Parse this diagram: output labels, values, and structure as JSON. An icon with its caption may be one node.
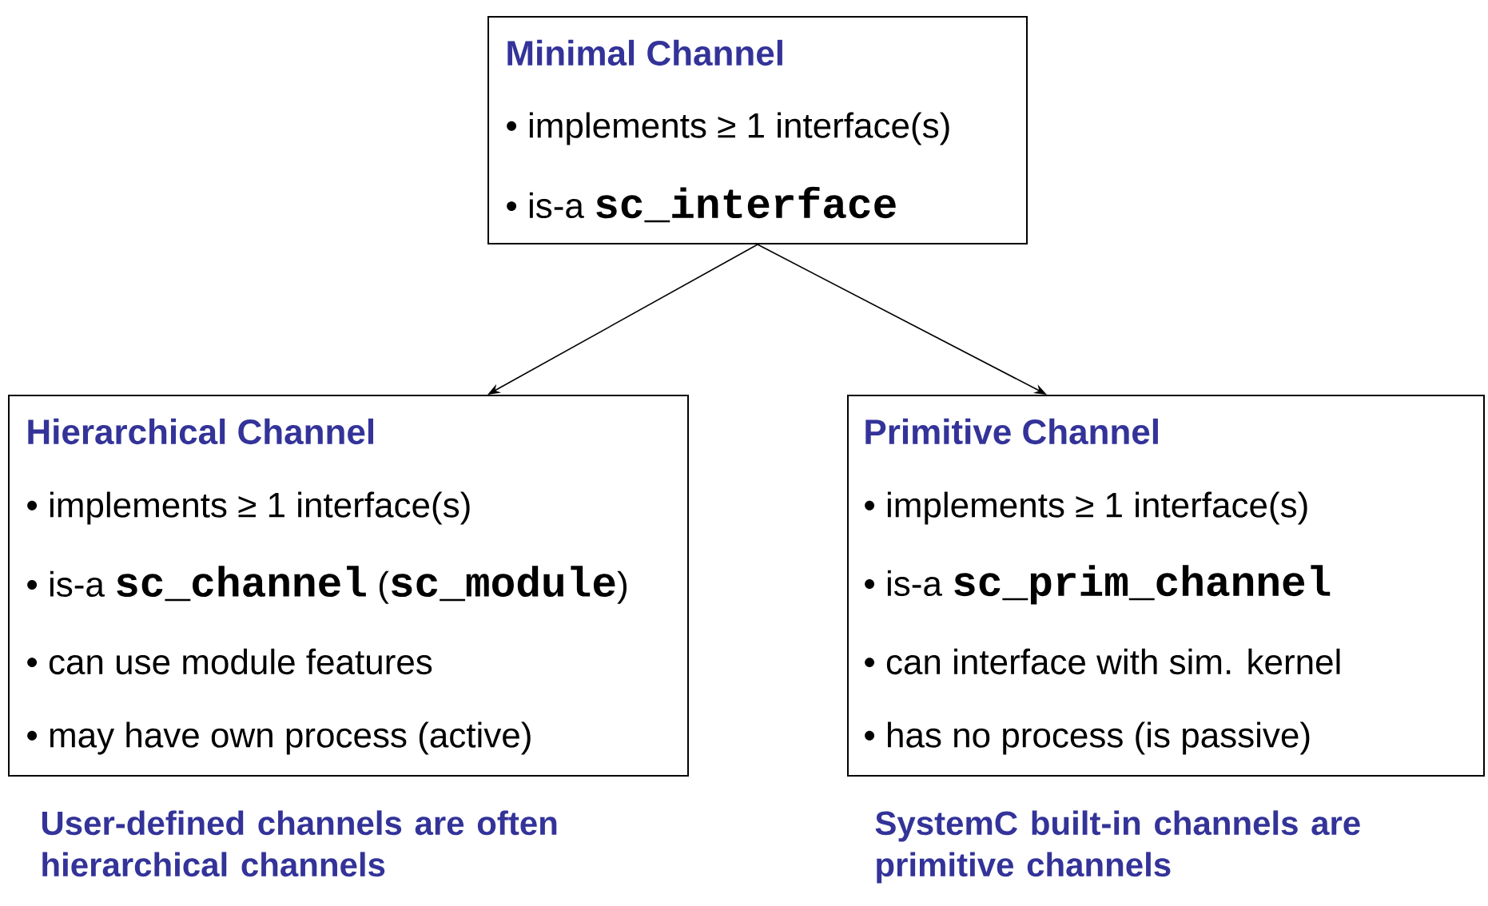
{
  "diagram": {
    "nodes": [
      {
        "text": [
          "Minimal Channel",
          "• implements ≥ 1 interface(s)",
          "• is-a **sc_interface**"
        ]
      },
      {
        "text": [
          "Hierarchical Channel",
          "• implements ≥ 1 interface(s)",
          "• is-a **sc_channel** (**sc_module**)",
          "• can use module features",
          "• may have own process (active)"
        ],
        "beside": [
          "User-defined channels are often hierarchical channels"
        ]
      },
      {
        "text": [
          "Primitive Channel",
          "• implements ≥ 1 interface(s)",
          "• is-a **sc_prim_channel**",
          "• can interface with sim. kernel",
          "• has no process (is passive)"
        ],
        "beside": [
          "SystemC built-in channels are primitive channels"
        ]
      }
    ],
    "edges": [
      {
        "from": 0,
        "to": 1,
        "arrow": "to"
      },
      {
        "from": 0,
        "to": 2,
        "arrow": "to"
      }
    ]
  }
}
